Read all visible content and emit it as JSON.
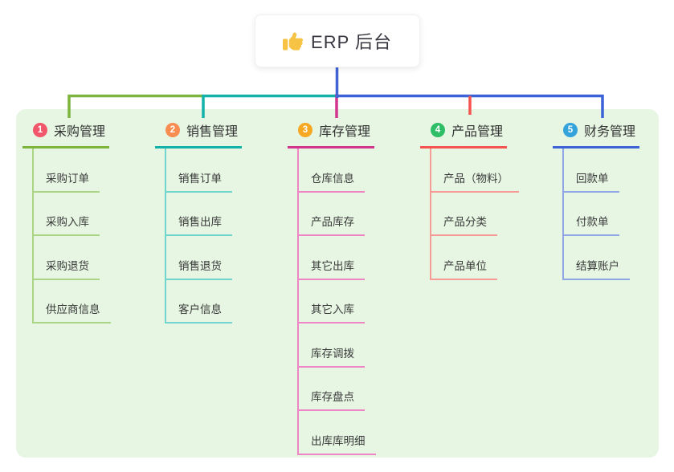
{
  "root": {
    "title": "ERP 后台",
    "icon": "thumbs-up-icon",
    "icon_color": "#f6c344",
    "line_color": "#4263d4"
  },
  "panel": {
    "background": "#e6f6e3"
  },
  "branches": [
    {
      "num": "1",
      "label": "采购管理",
      "color": "#7cb43e",
      "light": "#a9d584",
      "badge": "#f2566b",
      "items": [
        "采购订单",
        "采购入库",
        "采购退货",
        "供应商信息"
      ]
    },
    {
      "num": "2",
      "label": "销售管理",
      "color": "#12b2aa",
      "light": "#6fd5cd",
      "badge": "#f88c51",
      "items": [
        "销售订单",
        "销售出库",
        "销售退货",
        "客户信息"
      ]
    },
    {
      "num": "3",
      "label": "库存管理",
      "color": "#d3348e",
      "light": "#ee85c4",
      "badge": "#f7a823",
      "items": [
        "仓库信息",
        "产品库存",
        "其它出库",
        "其它入库",
        "库存调拨",
        "库存盘点",
        "出库库明细"
      ]
    },
    {
      "num": "4",
      "label": "产品管理",
      "color": "#f4534f",
      "light": "#f79b96",
      "badge": "#2fbe68",
      "items": [
        "产品（物料）",
        "产品分类",
        "产品单位"
      ]
    },
    {
      "num": "5",
      "label": "财务管理",
      "color": "#3c62d8",
      "light": "#8fa6e2",
      "badge": "#33a3da",
      "items": [
        "回款单",
        "付款单",
        "结算账户"
      ]
    }
  ]
}
